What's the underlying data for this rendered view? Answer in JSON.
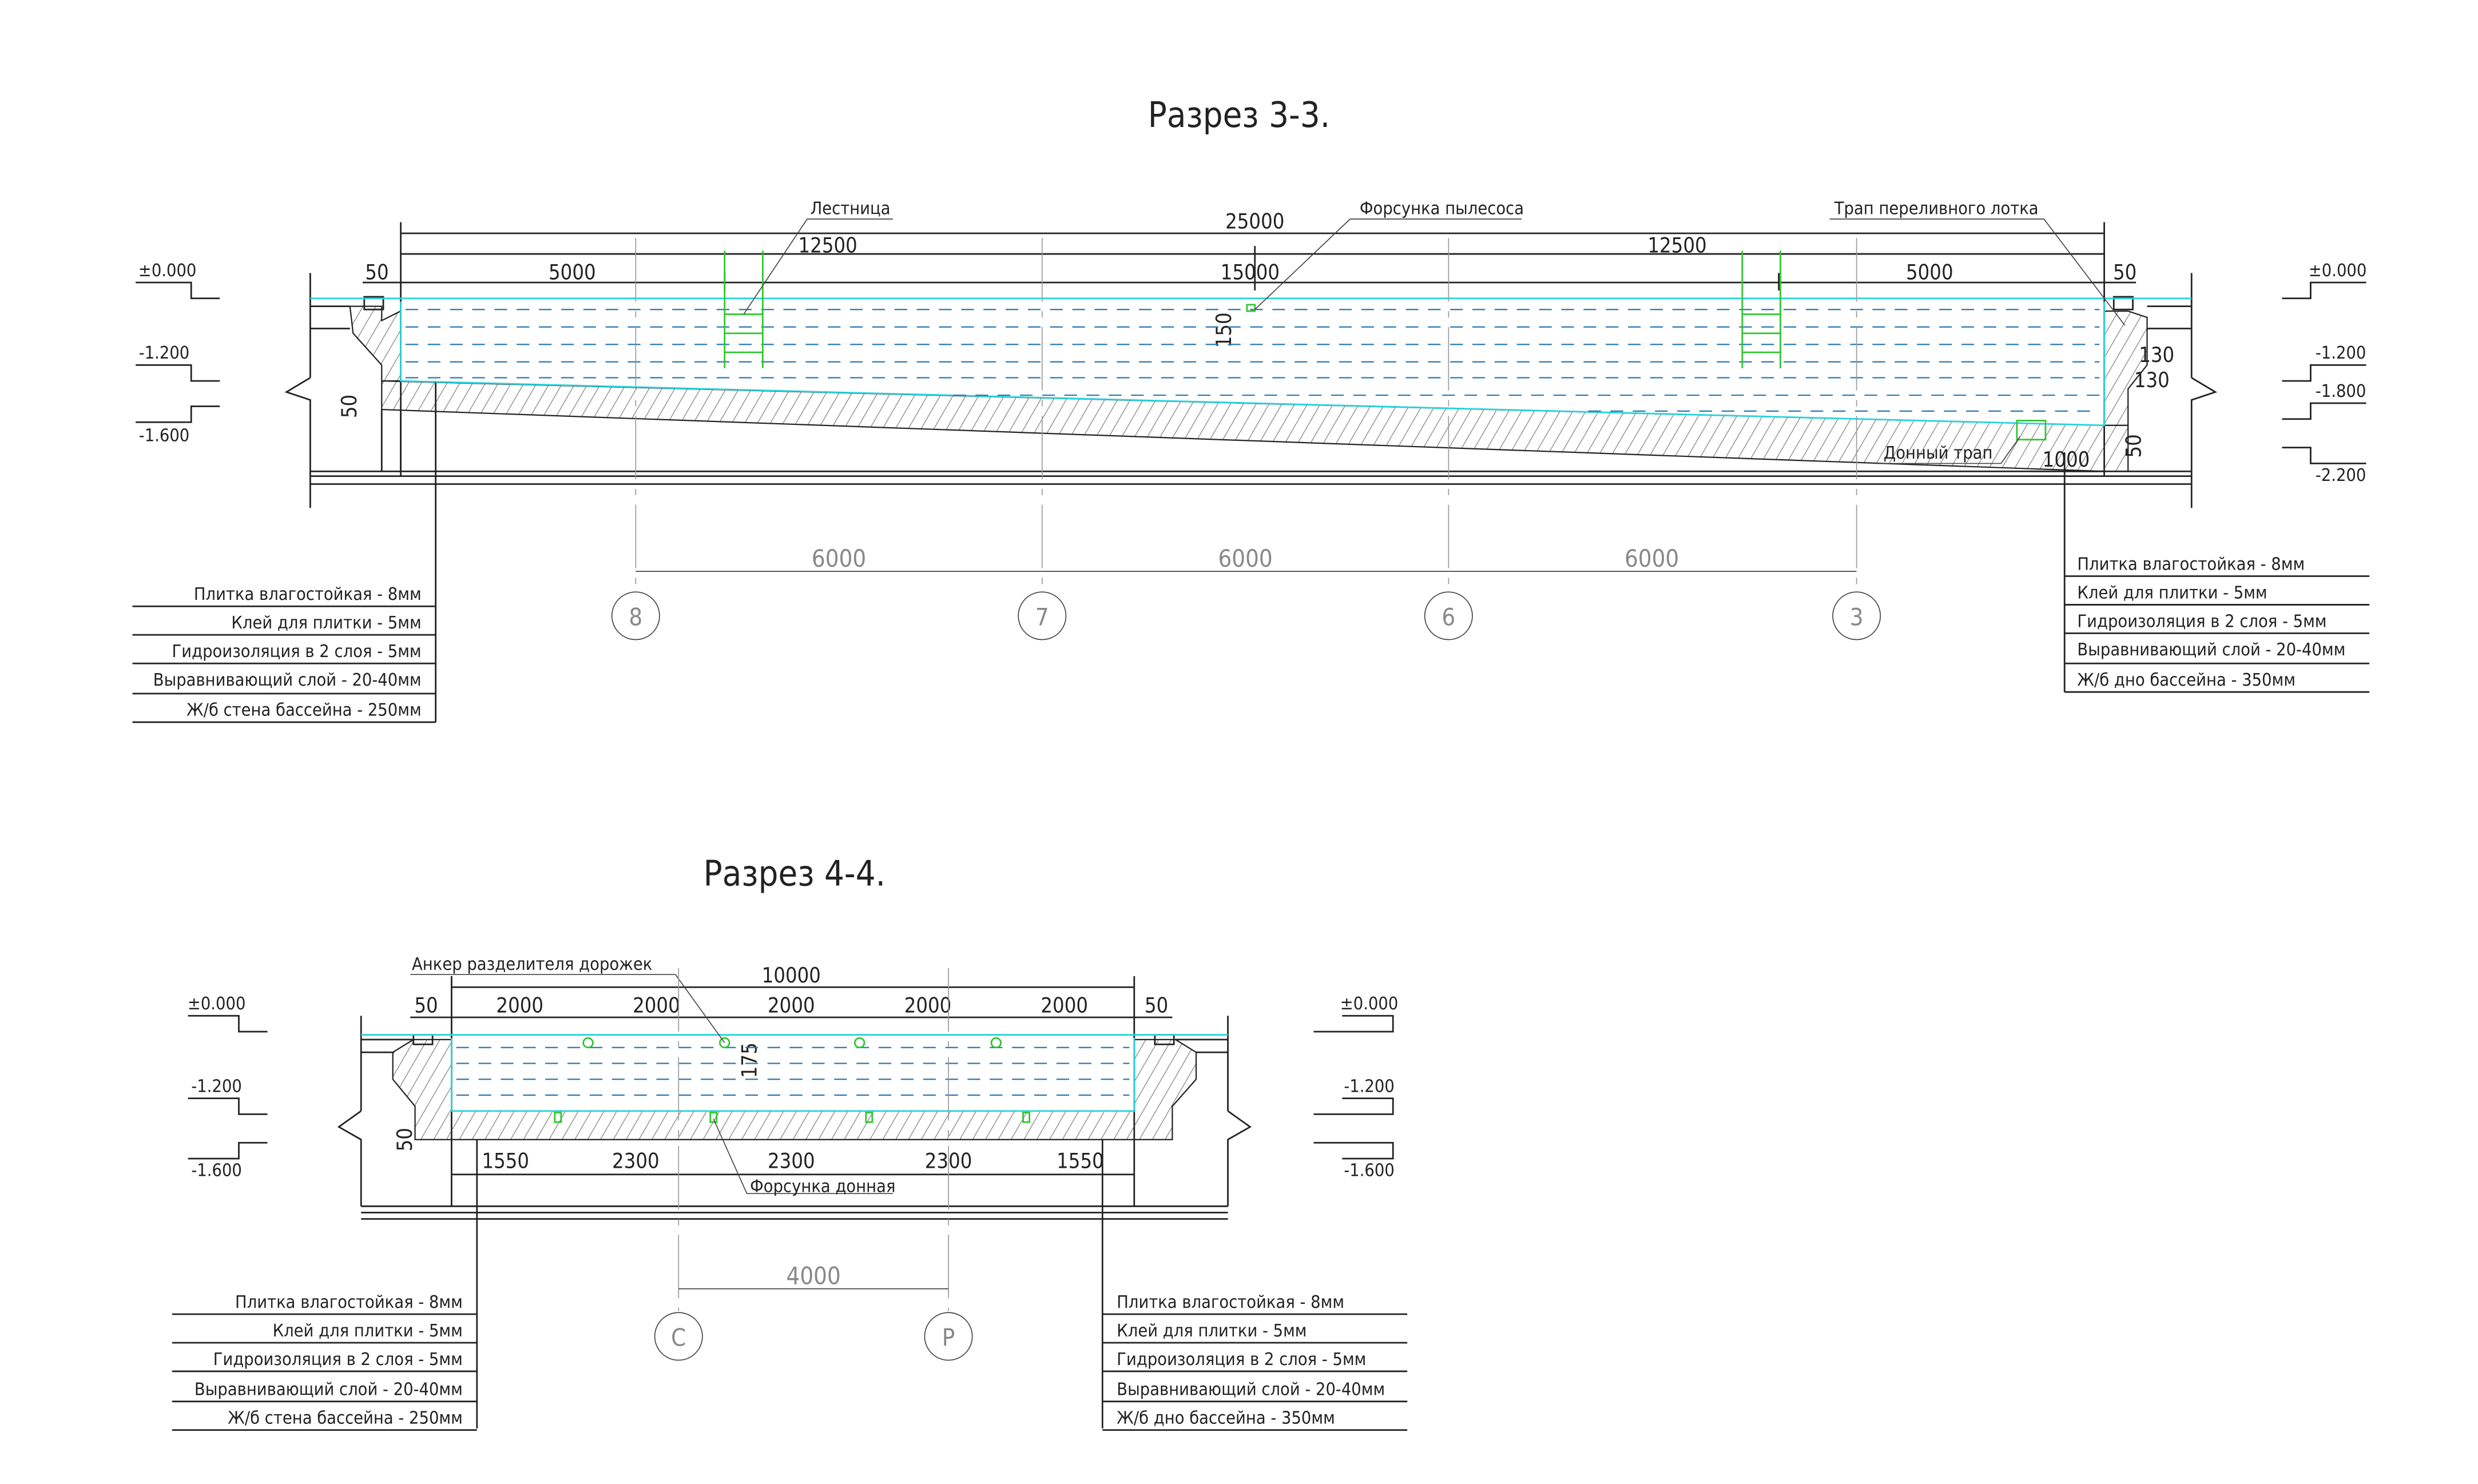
{
  "section33": {
    "title": "Разрез 3-3.",
    "labels": {
      "ladder": "Лестница",
      "vacuum": "Форсунка пылесоса",
      "overflow": "Трап переливного лотка",
      "bottom_drain": "Донный трап"
    },
    "dims": {
      "total": "25000",
      "half_left": "12500",
      "half_right": "12500",
      "edge_left": "50",
      "left": "5000",
      "middle": "15000",
      "right": "5000",
      "edge_right": "50",
      "depth_vac": "150",
      "wall_a": "130",
      "wall_b": "130",
      "slab_left": "50",
      "slab_right": "50",
      "drain": "1000"
    },
    "levels_left": [
      "±0.000",
      "-1.200",
      "-1.600"
    ],
    "levels_right": [
      "±0.000",
      "-1.200",
      "-1.800",
      "-2.200"
    ],
    "grid_spacing": [
      "6000",
      "6000",
      "6000"
    ],
    "axes": [
      "8",
      "7",
      "6",
      "3"
    ],
    "legend_left": [
      "Плитка влагостойкая - 8мм",
      "Клей для плитки - 5мм",
      "Гидроизоляция в 2 слоя - 5мм",
      "Выравнивающий слой - 20-40мм",
      "Ж/б стена  бассейна - 250мм"
    ],
    "legend_right": [
      "Плитка влагостойкая - 8мм",
      "Клей для плитки - 5мм",
      "Гидроизоляция в 2 слоя - 5мм",
      "Выравнивающий слой - 20-40мм",
      "Ж/б дно  бассейна - 350мм"
    ]
  },
  "section44": {
    "title": "Разрез 4-4.",
    "labels": {
      "anchor": "Анкер разделителя дорожек",
      "nozzle": "Форсунка донная"
    },
    "dims": {
      "total": "10000",
      "edge_left": "50",
      "lanes": [
        "2000",
        "2000",
        "2000",
        "2000",
        "2000"
      ],
      "edge_right": "50",
      "bottom": [
        "1550",
        "2300",
        "2300",
        "2300",
        "1550"
      ],
      "anchor_depth": "175",
      "slab": "50"
    },
    "levels_left": [
      "±0.000",
      "-1.200",
      "-1.600"
    ],
    "levels_right": [
      "±0.000",
      "-1.200",
      "-1.600"
    ],
    "grid_spacing": "4000",
    "axes": [
      "С",
      "Р"
    ],
    "legend_left": [
      "Плитка влагостойкая - 8мм",
      "Клей для плитки - 5мм",
      "Гидроизоляция в 2 слоя - 5мм",
      "Выравнивающий слой - 20-40мм",
      "Ж/б стена  бассейна - 250мм"
    ],
    "legend_right": [
      "Плитка влагостойкая - 8мм",
      "Клей для плитки - 5мм",
      "Гидроизоляция в 2 слоя - 5мм",
      "Выравнивающий слой - 20-40мм",
      "Ж/б дно  бассейна - 350мм"
    ]
  },
  "colors": {
    "water": "#27d3dc",
    "water_dash": "#2a78b5",
    "equipment": "#2fc52f"
  }
}
